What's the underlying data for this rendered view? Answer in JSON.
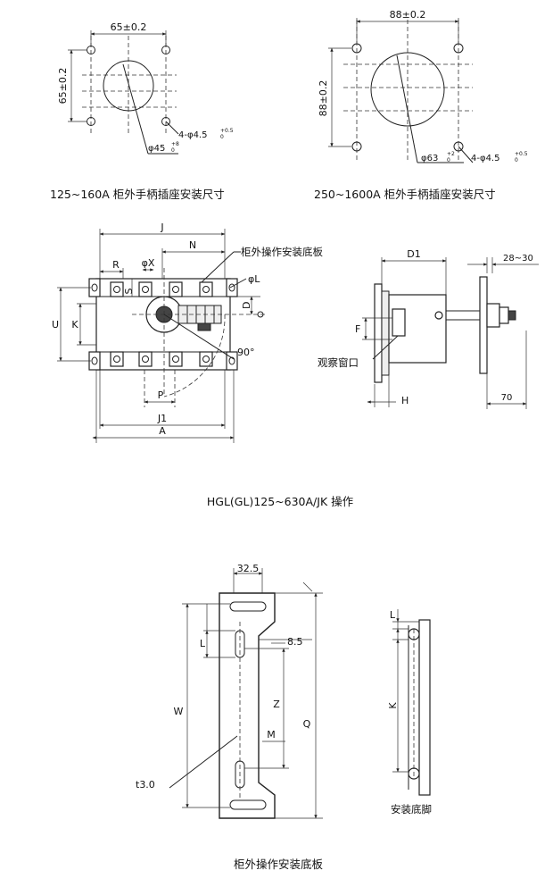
{
  "diagram_top_left": {
    "dim_horizontal": "65±0.2",
    "dim_vertical": "65±0.2",
    "hole_label": "4-φ4.5",
    "hole_tol": "+0.5",
    "hole_tol_lower": "0",
    "center_label": "φ45",
    "center_tol": "+8",
    "center_tol_lower": "0",
    "caption": "125~160A 柜外手柄插座安装尺寸"
  },
  "diagram_top_right": {
    "dim_horizontal": "88±0.2",
    "dim_vertical": "88±0.2",
    "center_label": "φ63",
    "center_tol": "+2",
    "center_tol_lower": "0",
    "hole_label": "4-φ4.5",
    "hole_tol": "+0.5",
    "hole_tol_lower": "0",
    "caption": "250~1600A 柜外手柄插座安装尺寸"
  },
  "diagram_middle_front": {
    "label_J": "J",
    "label_N": "N",
    "label_R": "R",
    "label_phiX": "φX",
    "label_S": "S",
    "label_phiL": "φL",
    "label_D": "D",
    "label_U": "U",
    "label_K": "K",
    "label_angle": "90°",
    "label_P": "P",
    "label_J1": "J1",
    "label_A": "A",
    "annotation_plate": "柜外操作安装底板"
  },
  "diagram_middle_side": {
    "label_D1": "D1",
    "label_28_30": "28~30",
    "label_F": "F",
    "annotation_window": "观察窗口",
    "label_H": "H",
    "label_70": "70"
  },
  "caption_middle": "HGL(GL)125~630A/JK 操作",
  "diagram_bottom_plate": {
    "label_32_5": "32.5",
    "label_8_5": "8.5",
    "label_L": "L",
    "label_W": "W",
    "label_Z": "Z",
    "label_Q": "Q",
    "label_M": "M",
    "label_t3": "t3.0"
  },
  "diagram_bottom_foot": {
    "label_L": "L",
    "label_K": "K",
    "caption": "安装底脚"
  },
  "caption_bottom": "柜外操作安装底板"
}
